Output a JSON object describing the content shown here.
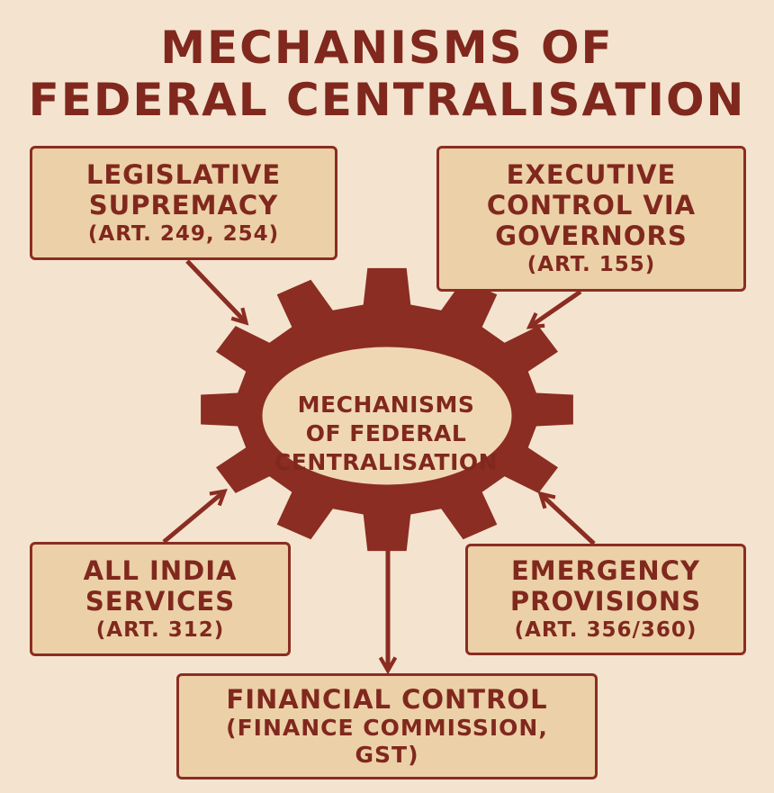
{
  "title": {
    "line1": "MECHANISMS OF",
    "line2": "FEDERAL CENTRALISATION"
  },
  "hub": {
    "lines": [
      "MECHANISMS",
      "OF FEDERAL",
      "CENTRALISATION"
    ]
  },
  "boxes": {
    "legislative": {
      "line1": "LEGISLATIVE",
      "line2": "SUPREMACY",
      "article": "(ART. 249, 254)"
    },
    "executive": {
      "line1": "EXECUTIVE",
      "line2": "CONTROL VIA",
      "line3": "GOVERNORS",
      "article": "(ART. 155)"
    },
    "services": {
      "line1": "ALL INDIA",
      "line2": "SERVICES",
      "article": "(ART. 312)"
    },
    "emergency": {
      "line1": "EMERGENCY",
      "line2": "PROVISIONS",
      "article": "(ART. 356/360)"
    },
    "financial": {
      "line1": "FINANCIAL CONTROL",
      "line2": "(FINANCE COMMISSION,",
      "line3": "GST)"
    }
  },
  "colors": {
    "background": "#f4e4cf",
    "primary": "#8b2d22",
    "box_fill": "#ecd0a8",
    "hub_fill": "#f0d7b4"
  },
  "icons": {
    "hub": "gear-icon"
  }
}
